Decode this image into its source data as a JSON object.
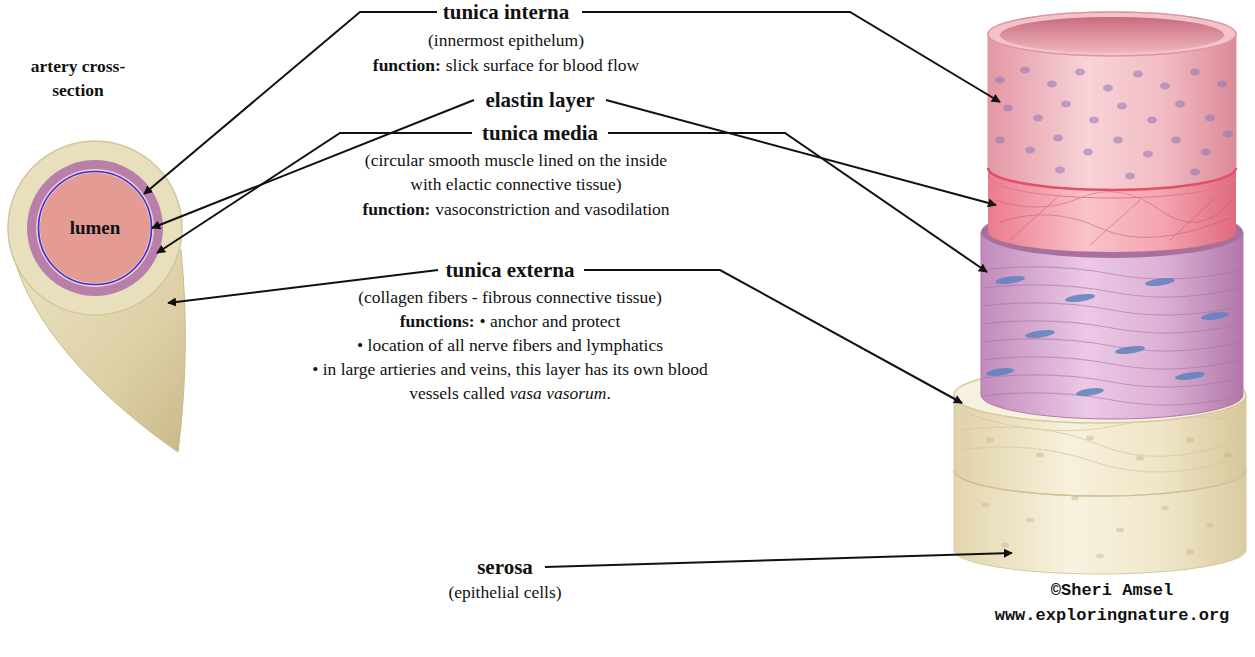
{
  "diagram": {
    "nodes": [
      {
        "text": [
          "lumen"
        ]
      }
    ],
    "labels": [
      "artery cross-section",
      "tunica interna",
      "(innermost epithelum)",
      "function:",
      "slick surface for blood flow",
      "elastin layer",
      "tunica media",
      "(circular smooth muscle lined on the inside with elactic connective tissue)",
      "function:",
      "vasoconstriction and vasodilation",
      "tunica externa",
      "(collagen fibers - fibrous connective tissue)",
      "functions:",
      "• anchor and protect",
      "• location of all nerve fibers and lymphatics",
      "• in large artieries and veins, this layer has its own blood vessels called",
      "vasa vasorum",
      ".",
      "serosa",
      "(epithelial cells)",
      "©Sheri Amsel",
      "www.exploringnature.org"
    ]
  }
}
